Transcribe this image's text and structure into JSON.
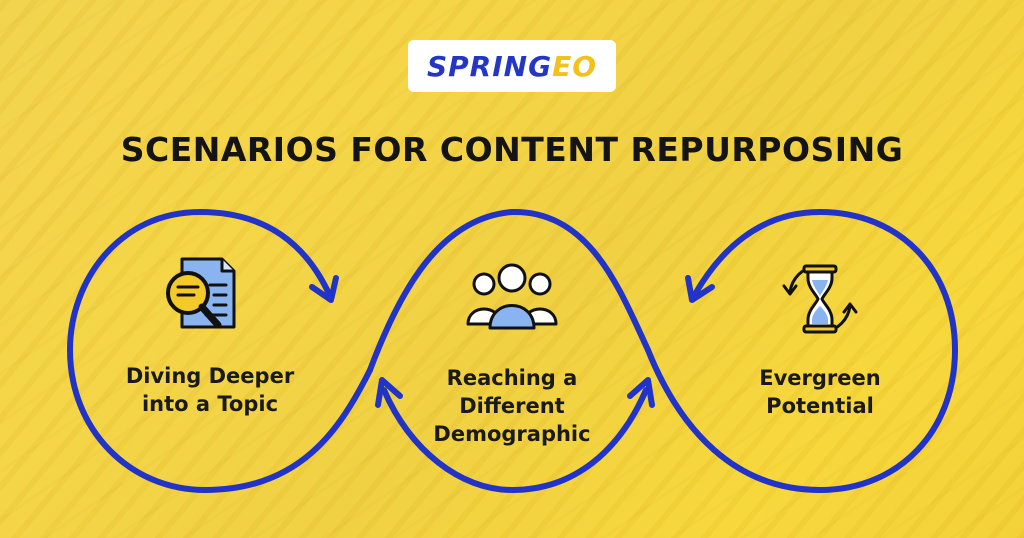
{
  "brand": {
    "logo_main": "SPRING",
    "logo_accent": "EO"
  },
  "title": "SCENARIOS FOR CONTENT REPURPOSING",
  "scenarios": [
    {
      "label": "Diving Deeper into a Topic",
      "icon": "document-magnifier-icon"
    },
    {
      "label": "Reaching a Different Demographic",
      "icon": "people-group-icon"
    },
    {
      "label": "Evergreen Potential",
      "icon": "hourglass-cycle-icon"
    }
  ],
  "colors": {
    "background": "#f2d24a",
    "path": "#2233c8",
    "icon_blue": "#8ab4f0",
    "icon_yellow": "#f4c92a",
    "text": "#141414"
  }
}
